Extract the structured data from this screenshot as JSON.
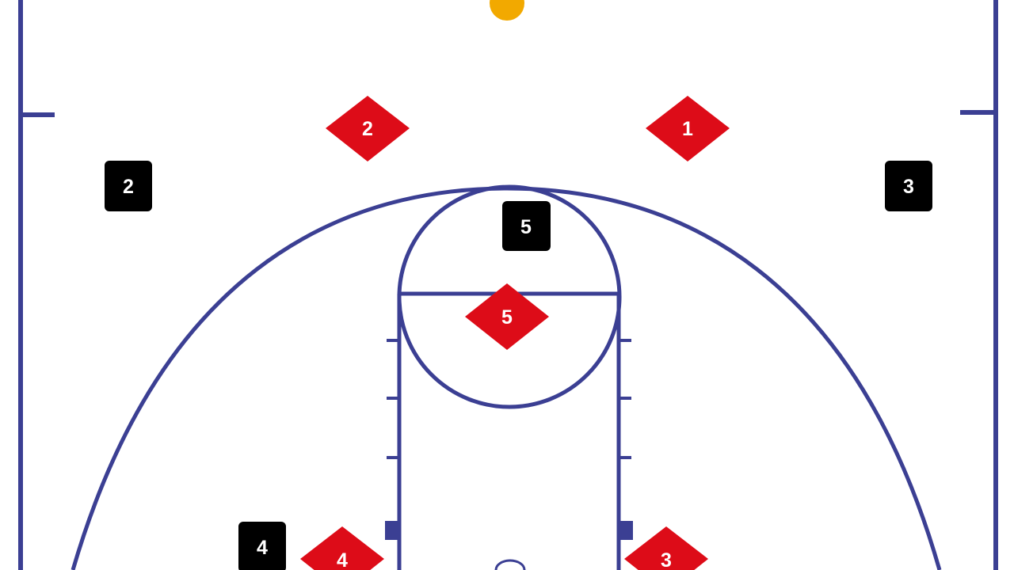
{
  "diagram": {
    "colors": {
      "court_lines": "#3b3f93",
      "background": "#ffffff",
      "offense_marker": "#000000",
      "defense_marker": "#dd0c18",
      "marker_text": "#ffffff",
      "ball": "#f2a900"
    },
    "offense_players": [
      {
        "id": "offense-player-2",
        "label": "2"
      },
      {
        "id": "offense-player-3",
        "label": "3"
      },
      {
        "id": "offense-player-5",
        "label": "5"
      },
      {
        "id": "offense-player-4",
        "label": "4"
      }
    ],
    "defense_players": [
      {
        "id": "defense-player-2",
        "label": "2"
      },
      {
        "id": "defense-player-1",
        "label": "1"
      },
      {
        "id": "defense-player-5",
        "label": "5"
      },
      {
        "id": "defense-player-4",
        "label": "4"
      },
      {
        "id": "defense-player-3",
        "label": "3"
      }
    ],
    "ball": {
      "icon": "basketball-icon"
    }
  }
}
